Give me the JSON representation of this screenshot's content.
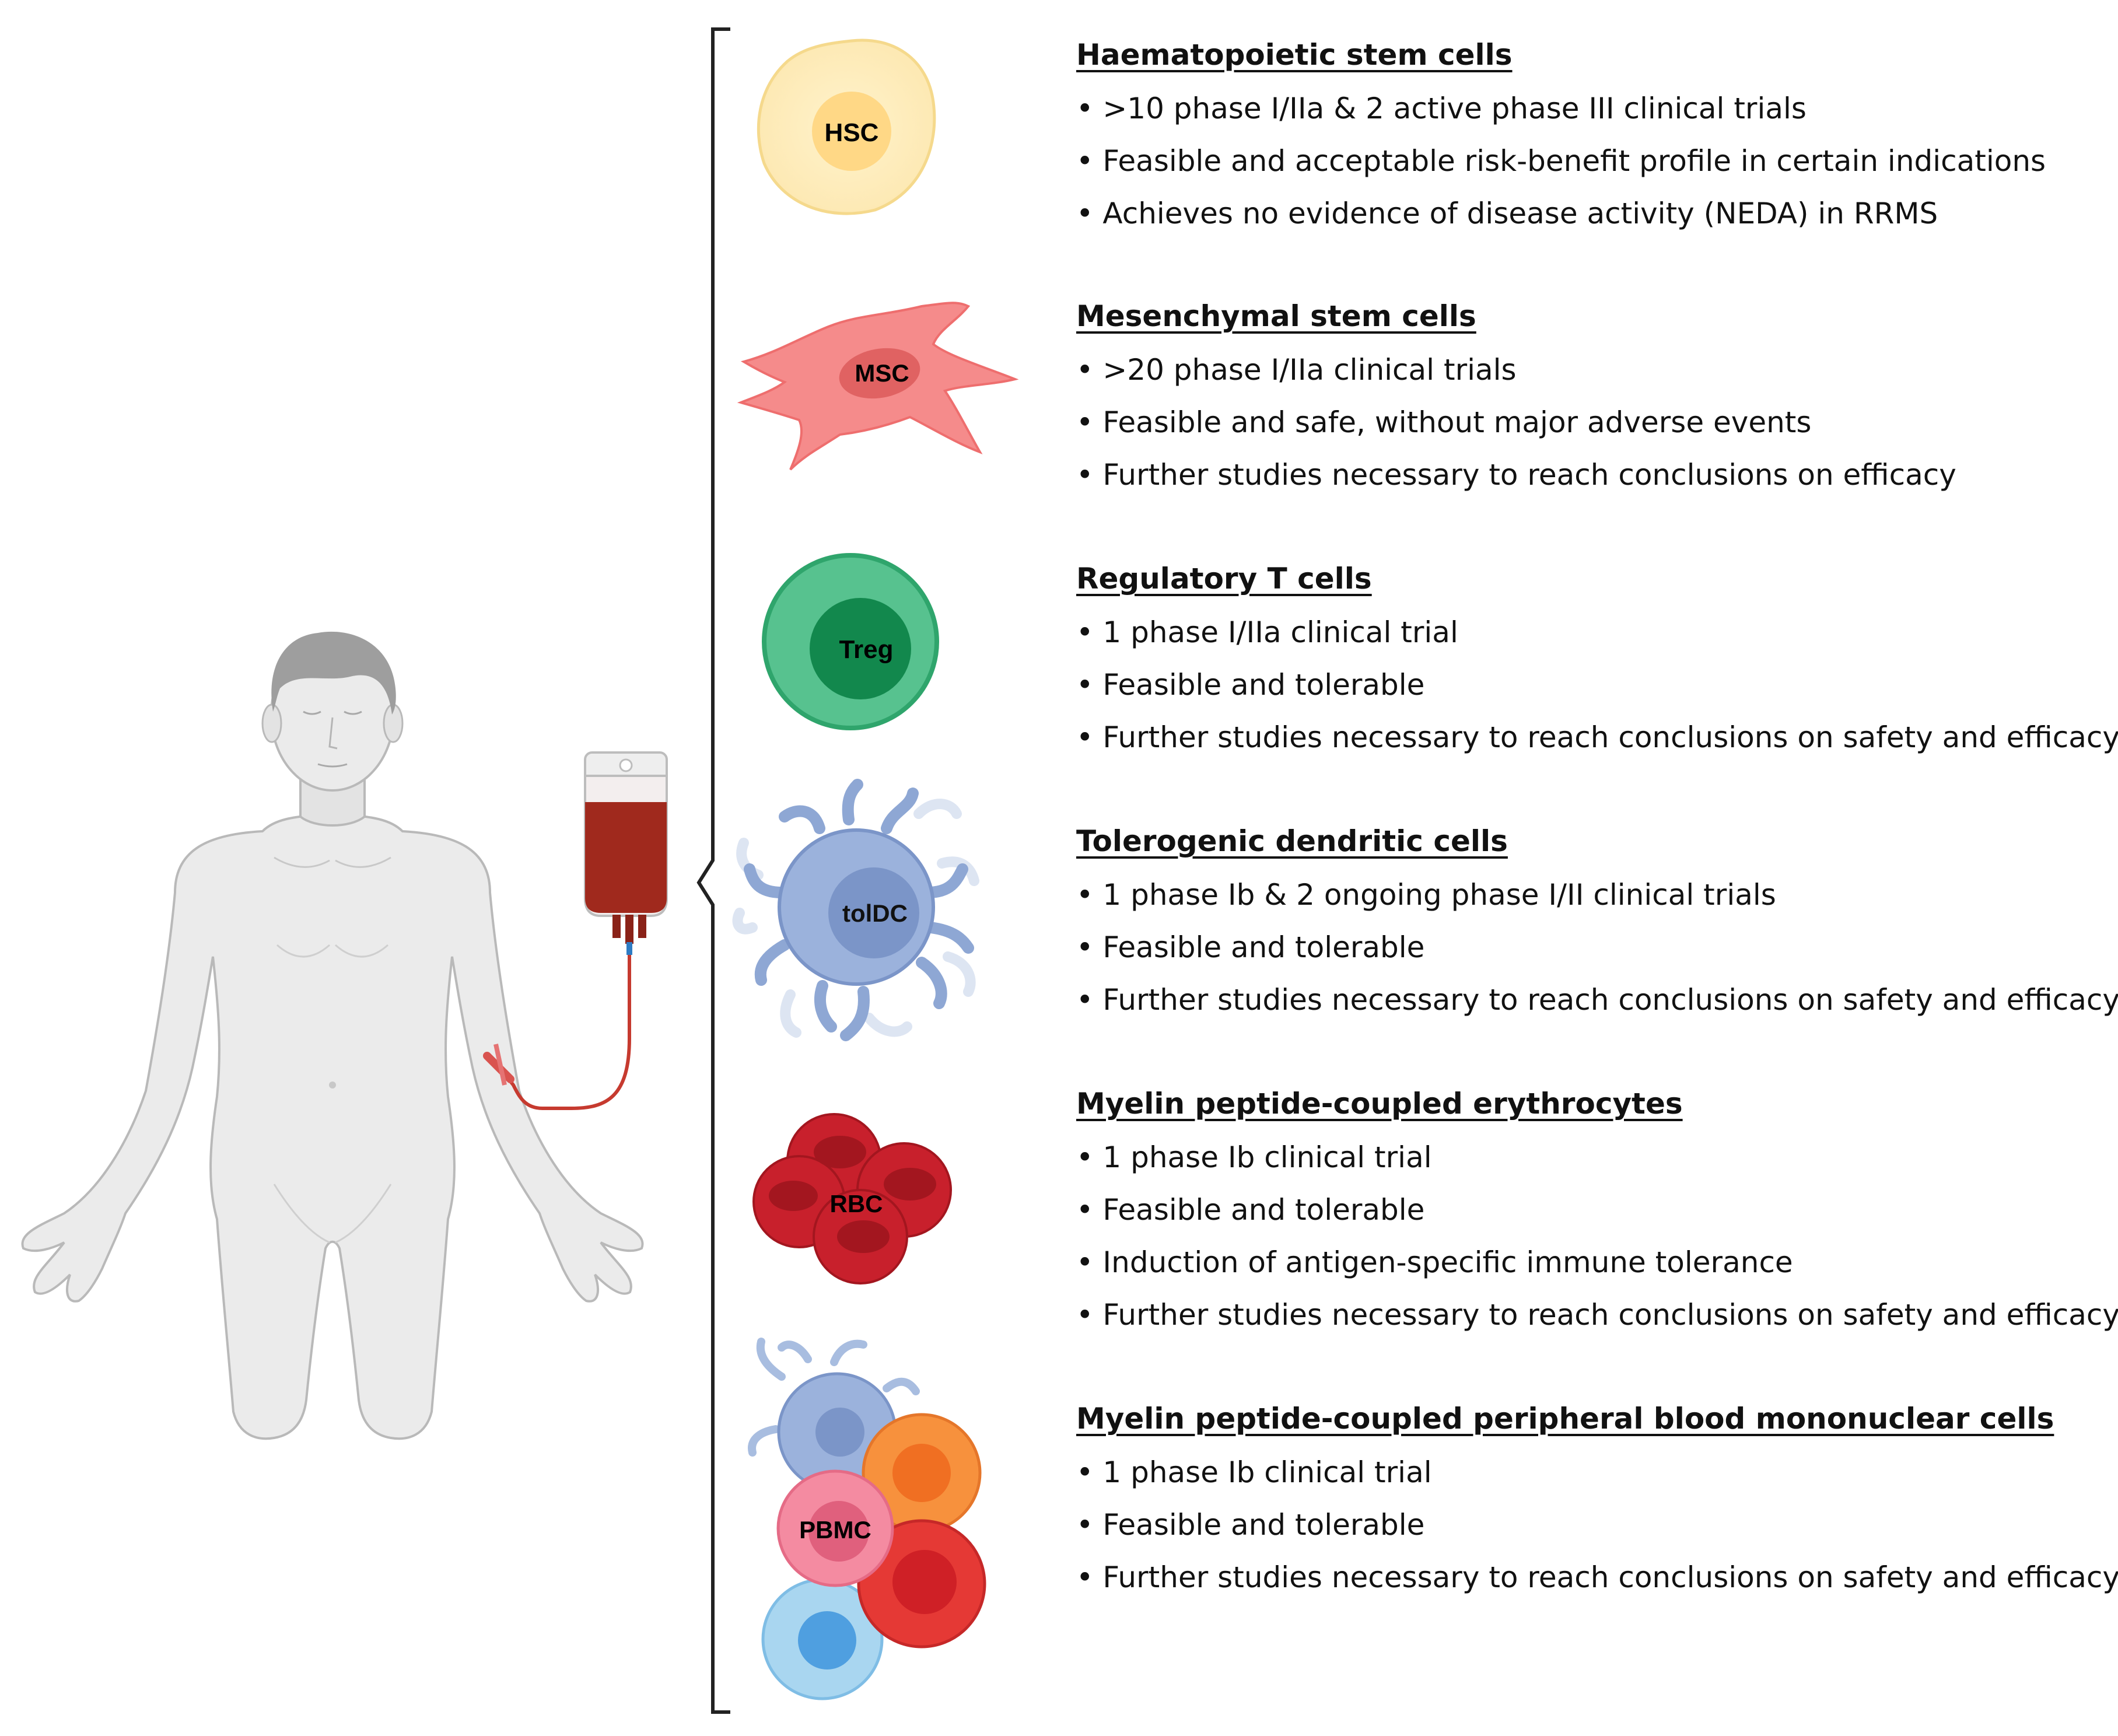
{
  "sections": [
    {
      "cell": "HSC",
      "title": "Haematopoietic stem cells",
      "bullets": [
        ">10 phase I/IIa & 2 active phase III clinical trials",
        "Feasible and acceptable risk-benefit profile in certain indications",
        "Achieves no evidence of disease activity (NEDA) in RRMS"
      ]
    },
    {
      "cell": "MSC",
      "title": "Mesenchymal stem cells",
      "bullets": [
        ">20 phase I/IIa clinical trials",
        "Feasible and safe, without major adverse events",
        "Further studies necessary to reach conclusions on efficacy"
      ]
    },
    {
      "cell": "Treg",
      "title": "Regulatory T cells",
      "bullets": [
        "1 phase I/IIa clinical trial",
        "Feasible and tolerable",
        "Further studies necessary to reach conclusions on safety and efficacy"
      ]
    },
    {
      "cell": "tolDC",
      "title": "Tolerogenic dendritic cells",
      "bullets": [
        "1 phase Ib & 2 ongoing phase I/II clinical trials",
        "Feasible and tolerable",
        "Further studies necessary to reach conclusions on safety and efficacy"
      ]
    },
    {
      "cell": "RBC",
      "title": "Myelin peptide-coupled erythrocytes",
      "bullets": [
        "1 phase Ib clinical trial",
        "Feasible and tolerable",
        "Induction of antigen-specific immune tolerance",
        "Further studies necessary to reach conclusions on safety and efficacy"
      ]
    },
    {
      "cell": "PBMC",
      "title": "Myelin peptide-coupled peripheral blood mononuclear cells",
      "bullets": [
        "1 phase Ib clinical trial",
        "Feasible and tolerable",
        "Further studies necessary to reach conclusions on safety and efficacy"
      ]
    }
  ],
  "colors": {
    "hsc": "#fde9b4",
    "msc": "#f58b8b",
    "treg": "#57c28f",
    "toldc": "#9bb2dc",
    "rbc": "#c8202c",
    "blood_bag": "#a0291d",
    "body": "#ebebeb",
    "hair": "#9e9e9e"
  },
  "icons": [
    "human-body-icon",
    "blood-bag-icon",
    "iv-line-icon",
    "bracket-icon"
  ]
}
